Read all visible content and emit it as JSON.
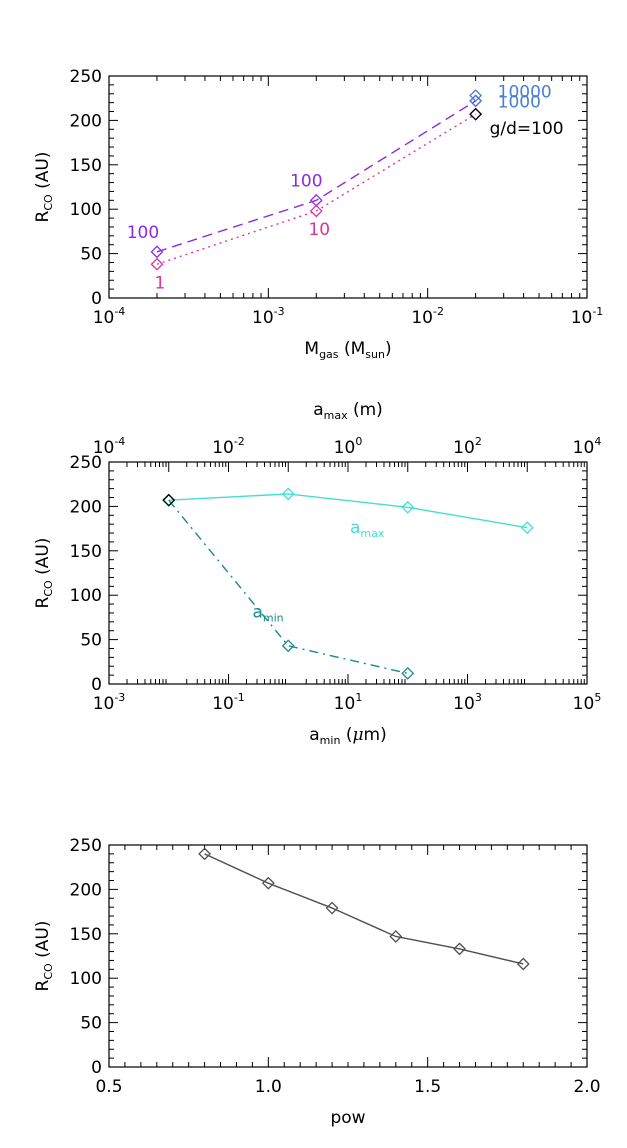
{
  "chart_data": [
    {
      "type": "line",
      "xscale": "log",
      "xlim": [
        0.0001,
        0.1
      ],
      "ylim": [
        0,
        250
      ],
      "xlabel": {
        "main": "M",
        "sub": "gas",
        "mid": " (M",
        "sub2": "sun",
        "end": ")"
      },
      "ylabel": {
        "main": "R",
        "sub": "CO",
        "end": " (AU)"
      },
      "x_ticks": [
        {
          "value": 0.0001,
          "base": "10",
          "exp": "-4"
        },
        {
          "value": 0.001,
          "base": "10",
          "exp": "-3"
        },
        {
          "value": 0.01,
          "base": "10",
          "exp": "-2"
        },
        {
          "value": 0.1,
          "base": "10",
          "exp": "-1"
        }
      ],
      "y_ticks": [
        "0",
        "50",
        "100",
        "150",
        "200",
        "250"
      ],
      "series": [
        {
          "color": "#8a2be2",
          "dash": "dashed",
          "x": [
            0.0002,
            0.002,
            0.02
          ],
          "y": [
            52,
            110,
            222
          ],
          "point_labels": [
            "100",
            "100",
            ""
          ]
        },
        {
          "color": "#e0329b",
          "dash": "dotted",
          "x": [
            0.0002,
            0.002,
            0.02
          ],
          "y": [
            38,
            98,
            207
          ],
          "point_labels": [
            "1",
            "10",
            ""
          ]
        }
      ],
      "extra_points": [
        {
          "x": 0.02,
          "y": 228,
          "color": "#4a7fd8"
        },
        {
          "x": 0.02,
          "y": 222,
          "color": "#4a7fd8"
        },
        {
          "x": 0.02,
          "y": 207,
          "color": "#000000"
        }
      ],
      "annotations": [
        {
          "text": "10000",
          "color": "#4a7fd8"
        },
        {
          "text": "1000",
          "color": "#4a7fd8"
        },
        {
          "text": "g/d=100",
          "color": "#000000"
        }
      ]
    },
    {
      "type": "line",
      "xscale": "log",
      "xlim": [
        0.001,
        100000
      ],
      "ylim": [
        0,
        250
      ],
      "xlabel": {
        "main": "a",
        "sub": "min",
        "mid": " (",
        "greek": "μ",
        "end": "m)"
      },
      "ylabel": {
        "main": "R",
        "sub": "CO",
        "end": " (AU)"
      },
      "top_axis": {
        "xlim": [
          0.0001,
          10000
        ],
        "label": {
          "main": "a",
          "sub": "max",
          "end": " (m)"
        },
        "ticks": [
          {
            "value": 0.0001,
            "base": "10",
            "exp": "-4"
          },
          {
            "value": 0.01,
            "base": "10",
            "exp": "-2"
          },
          {
            "value": 1,
            "base": "10",
            "exp": "0"
          },
          {
            "value": 100,
            "base": "10",
            "exp": "2"
          },
          {
            "value": 10000,
            "base": "10",
            "exp": "4"
          }
        ]
      },
      "x_ticks": [
        {
          "value": 0.001,
          "base": "10",
          "exp": "-3"
        },
        {
          "value": 0.1,
          "base": "10",
          "exp": "-1"
        },
        {
          "value": 10,
          "base": "10",
          "exp": "1"
        },
        {
          "value": 1000,
          "base": "10",
          "exp": "3"
        },
        {
          "value": 100000,
          "base": "10",
          "exp": "5"
        }
      ],
      "y_ticks": [
        "0",
        "50",
        "100",
        "150",
        "200",
        "250"
      ],
      "series": [
        {
          "name": {
            "main": "a",
            "sub": "max"
          },
          "color": "#40e0d0",
          "dash": "solid",
          "axis": "top",
          "x": [
            0.001,
            0.1,
            10,
            1000
          ],
          "y": [
            207,
            214,
            199,
            176
          ]
        },
        {
          "name": {
            "main": "a",
            "sub": "min"
          },
          "color": "#1a8a8a",
          "dash": "dashdot",
          "axis": "bottom",
          "x": [
            0.01,
            1,
            100
          ],
          "y": [
            207,
            43,
            12
          ]
        }
      ],
      "extra_points": [
        {
          "x": 0.01,
          "y": 207,
          "color": "#000000"
        }
      ]
    },
    {
      "type": "line",
      "xscale": "linear",
      "xlim": [
        0.5,
        2.0
      ],
      "ylim": [
        0,
        250
      ],
      "xlabel": {
        "main": "pow"
      },
      "ylabel": {
        "main": "R",
        "sub": "CO",
        "end": " (AU)"
      },
      "x_ticks": [
        "0.5",
        "1.0",
        "1.5",
        "2.0"
      ],
      "y_ticks": [
        "0",
        "50",
        "100",
        "150",
        "200",
        "250"
      ],
      "series": [
        {
          "color": "#505050",
          "dash": "solid",
          "x": [
            0.8,
            1.0,
            1.2,
            1.4,
            1.6,
            1.8
          ],
          "y": [
            240,
            207,
            179,
            147,
            133,
            116
          ]
        }
      ]
    }
  ]
}
